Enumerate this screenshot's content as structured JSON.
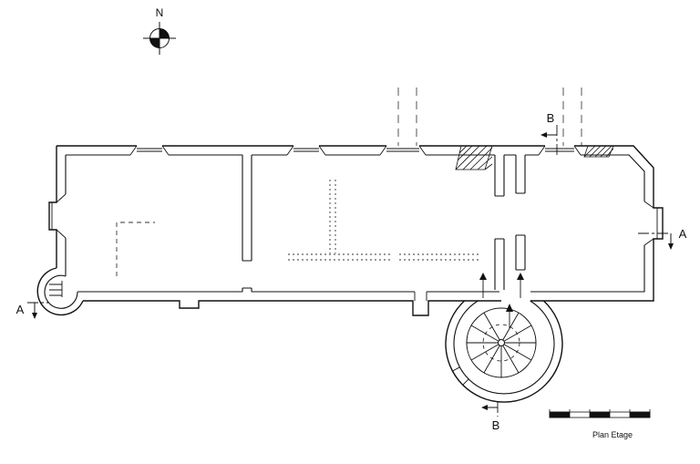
{
  "compass": {
    "label": "N"
  },
  "section_markers": {
    "a_left": "A",
    "a_right": "A",
    "b_top": "B",
    "b_bottom": "B"
  },
  "caption": "Plan Etage",
  "colors": {
    "line": "#111111",
    "background": "#ffffff"
  }
}
